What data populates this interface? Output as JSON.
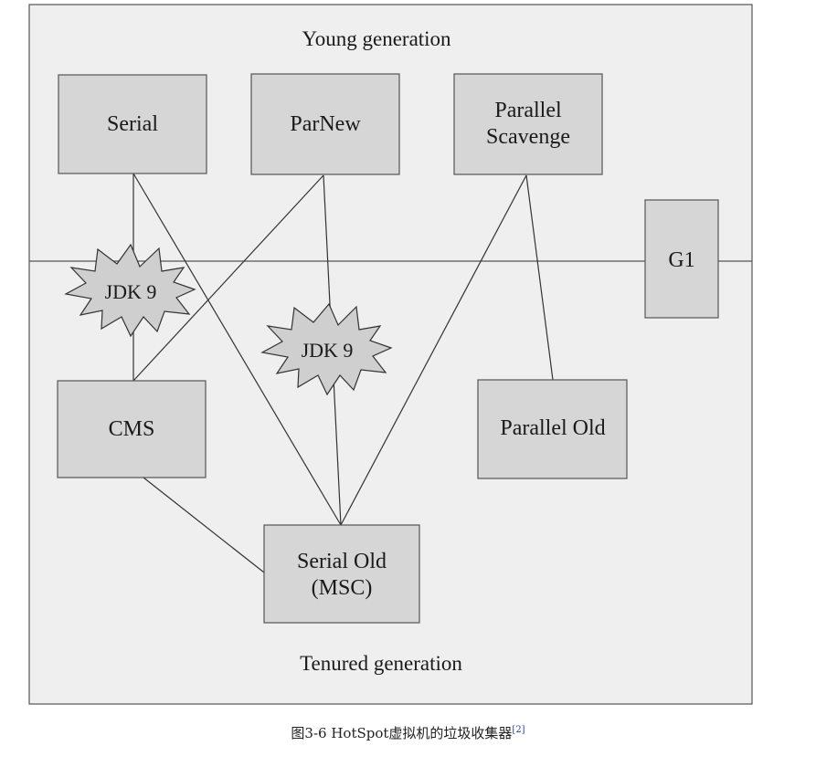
{
  "regions": {
    "top_label": "Young generation",
    "bottom_label": "Tenured generation"
  },
  "collectors": {
    "serial": "Serial",
    "parnew": "ParNew",
    "parallel_scavenge": [
      "Parallel",
      "Scavenge"
    ],
    "g1": "G1",
    "cms": "CMS",
    "parallel_old": "Parallel Old",
    "serial_old": [
      "Serial Old",
      "(MSC)"
    ]
  },
  "badges": {
    "jdk9_left": "JDK 9",
    "jdk9_center": "JDK 9"
  },
  "caption": {
    "text": "图3-6    HotSpot虚拟机的垃圾收集器",
    "ref": "[2]"
  },
  "colors": {
    "panel_bg": "#efefef",
    "box_fill": "#d6d6d6",
    "stroke": "#555555",
    "caption_ref": "#2a3fb8"
  }
}
